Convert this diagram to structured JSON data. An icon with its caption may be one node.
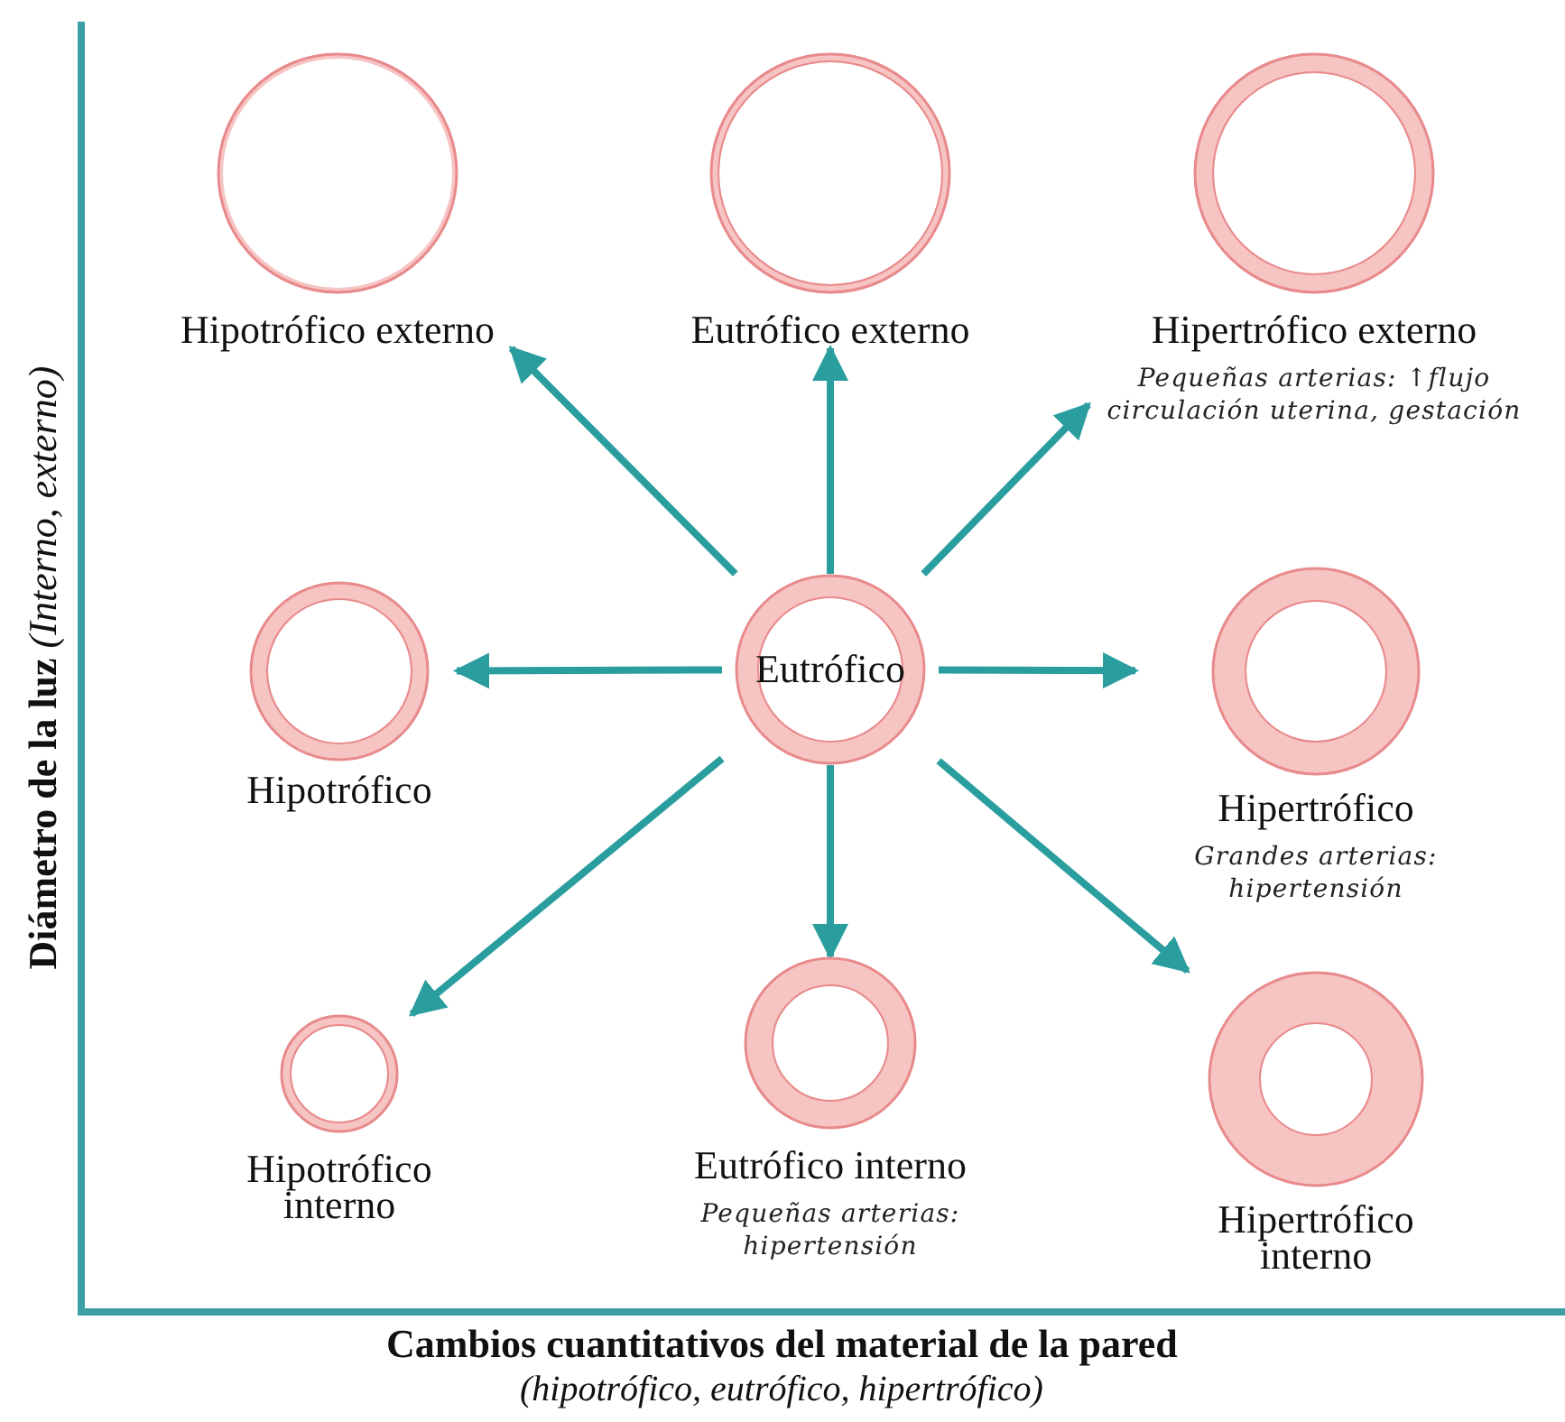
{
  "diagram": {
    "nodes": [
      {
        "text": [
          "Hipotrófico externo"
        ]
      },
      {
        "text": [
          "Eutrófico externo"
        ]
      },
      {
        "text": [
          "Hipertrófico externo"
        ],
        "beside": [
          "Pequeñas arterias: ↑flujo circulación uterina, gestación"
        ]
      },
      {
        "text": [
          "Hipotrófico"
        ]
      },
      {
        "text": [
          "Eutrófico"
        ]
      },
      {
        "text": [
          "Hipertrófico"
        ],
        "beside": [
          "Grandes arterias: hipertensión"
        ]
      },
      {
        "text": [
          "Hipotrófico interno"
        ]
      },
      {
        "text": [
          "Eutrófico interno"
        ],
        "beside": [
          "Pequeñas arterias: hipertensión"
        ]
      },
      {
        "text": [
          "Hipertrófico interno"
        ]
      }
    ],
    "edges": [
      {
        "from": 4,
        "to": 0,
        "arrow": "to"
      },
      {
        "from": 4,
        "to": 1,
        "arrow": "to"
      },
      {
        "from": 4,
        "to": 2,
        "arrow": "to"
      },
      {
        "from": 4,
        "to": 3,
        "arrow": "to"
      },
      {
        "from": 4,
        "to": 5,
        "arrow": "to"
      },
      {
        "from": 4,
        "to": 6,
        "arrow": "to"
      },
      {
        "from": 4,
        "to": 7,
        "arrow": "to"
      },
      {
        "from": 4,
        "to": 8,
        "arrow": "to"
      }
    ],
    "labels": [
      "**Diámetro de la luz** *(Interno, externo)*",
      "Cambios cuantitativos del material de la pared",
      "(hipotrófico, eutrófico, hipertrófico)"
    ]
  }
}
